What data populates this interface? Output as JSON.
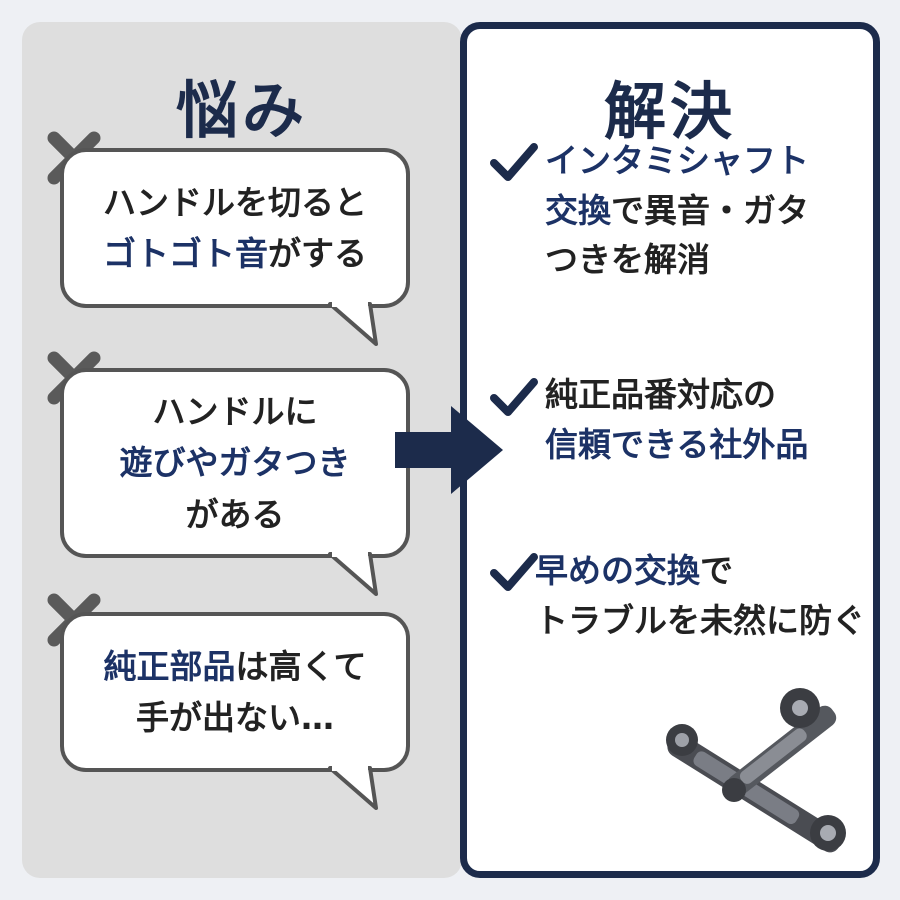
{
  "problems": {
    "title": "悩み",
    "items": [
      {
        "parts": [
          {
            "text": "ハンドルを切ると",
            "accent": false,
            "br": true
          },
          {
            "text": "ゴトゴト音",
            "accent": true,
            "br": false
          },
          {
            "text": "がする",
            "accent": false,
            "br": false
          }
        ]
      },
      {
        "parts": [
          {
            "text": "ハンドルに",
            "accent": false,
            "br": true
          },
          {
            "text": "遊びやガタつき",
            "accent": true,
            "br": true
          },
          {
            "text": "がある",
            "accent": false,
            "br": false
          }
        ]
      },
      {
        "parts": [
          {
            "text": "純正部品",
            "accent": true,
            "br": false
          },
          {
            "text": "は高くて",
            "accent": false,
            "br": true
          },
          {
            "text": "手が出ない…",
            "accent": false,
            "br": false
          }
        ]
      }
    ]
  },
  "solutions": {
    "title": "解決",
    "items": [
      {
        "parts": [
          {
            "text": "インタミシャフト",
            "accent": true,
            "br": true
          },
          {
            "text": "交換",
            "accent": true,
            "br": false
          },
          {
            "text": "で異音・ガタ",
            "accent": false,
            "br": true
          },
          {
            "text": "つきを解消",
            "accent": false,
            "br": false
          }
        ]
      },
      {
        "parts": [
          {
            "text": "純正品番対応の",
            "accent": false,
            "br": true
          },
          {
            "text": "信頼できる社外品",
            "accent": true,
            "br": false
          }
        ]
      },
      {
        "parts": [
          {
            "text": "早めの交換",
            "accent": true,
            "br": false
          },
          {
            "text": "で",
            "accent": false,
            "br": true
          },
          {
            "text": "トラブルを未然に防ぐ",
            "accent": false,
            "br": false
          }
        ]
      }
    ]
  },
  "colors": {
    "navy": "#1c2b4b",
    "accent_text": "#1c3266",
    "panel_gray": "#dedede",
    "x_mark": "#5a5a5a"
  },
  "icons": [
    "x-mark-icon",
    "check-icon",
    "arrow-right-icon",
    "steering-shaft-image"
  ]
}
